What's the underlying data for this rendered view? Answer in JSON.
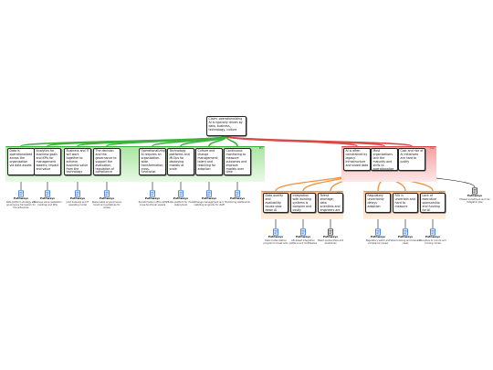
{
  "root": {
    "text": "Claim: operationalizing AI is typically driven by data, business, technology, culture"
  },
  "groups": {
    "pro": {
      "color": "#3cb23c",
      "tag": "Pro"
    },
    "con": {
      "color": "#d84a4a",
      "tag": "Con"
    },
    "sub1": {
      "color": "#f0903a",
      "tag": "Con"
    },
    "sub2": {
      "color": "#f0903a",
      "tag": "Con"
    }
  },
  "pros": [
    {
      "text": "Data is operationalized across the organization via data assets"
    },
    {
      "text": "Analytics for business goals and KPIs for management leaders; impact and value"
    },
    {
      "text": "Business and IT will work together to achieve business value from the technology"
    },
    {
      "text": "The decision and the governance to support the evaluation, regulation of compliance and trust; responsible AI principles and guidelines"
    },
    {
      "text": "Operationalizing AI requires an organization-wide transformation; cross-functional teams needed"
    },
    {
      "text": "Technology platforms and MLOps for deploying models at scale"
    },
    {
      "text": "Culture and change management; talent and reskilling for adoption"
    },
    {
      "text": "Continuous monitoring to measure outcomes and improve models over time"
    }
  ],
  "cons": [
    {
      "text": "AI is often constrained by legacy infrastructure and siloed data"
    },
    {
      "text": "Most organizations lack the maturity and skills to operationalize AI"
    },
    {
      "text": "Cost and risk of AI initiatives are hard to justify"
    }
  ],
  "subcons": [
    {
      "text": "Data quality and availability issues slow down AI projects"
    },
    {
      "text": "Integration with existing systems is complex and costly"
    },
    {
      "text": "Talent shortage; data scientists and engineers are scarce in the market"
    },
    {
      "text": "Regulatory uncertainty delays adoption"
    },
    {
      "text": "ROI is uncertain and hard to measure"
    },
    {
      "text": "Lack of executive sponsorship and funding for AI"
    }
  ],
  "leaves": [
    {
      "title": "Pathways",
      "text": "Data platform strategy and governance framework for the enterprise"
    },
    {
      "title": "Pathways",
      "text": "Business value realization roadmap and KPIs"
    },
    {
      "title": "Pathways",
      "text": "Joint business and IT operating model"
    },
    {
      "title": "Pathways",
      "text": "Responsible AI governance board and guidelines for review"
    },
    {
      "title": "Pathways",
      "text": "Transformation office with cross-functional squads"
    },
    {
      "title": "Pathways",
      "text": "MLOps platform for model deployment"
    },
    {
      "title": "Pathways",
      "text": "Change management and reskilling programs for staff"
    },
    {
      "title": "Pathways",
      "text": "Monitoring dashboards"
    },
    {
      "title": "Pathways",
      "text": "Data modernization program to break silos"
    },
    {
      "title": "Pathways",
      "text": "API-based integration patterns and middleware"
    },
    {
      "title": "Pathways",
      "text": "Talent partnerships and academies"
    },
    {
      "title": "Pathways",
      "text": "Regulatory watch and compliance review"
    },
    {
      "title": "Pathways",
      "text": "Value tracking and business cases"
    },
    {
      "title": "Pathways",
      "text": "Executive AI council and funding model"
    },
    {
      "title": "Pathways",
      "text": "Phased investment and risk mitigation plan"
    }
  ]
}
